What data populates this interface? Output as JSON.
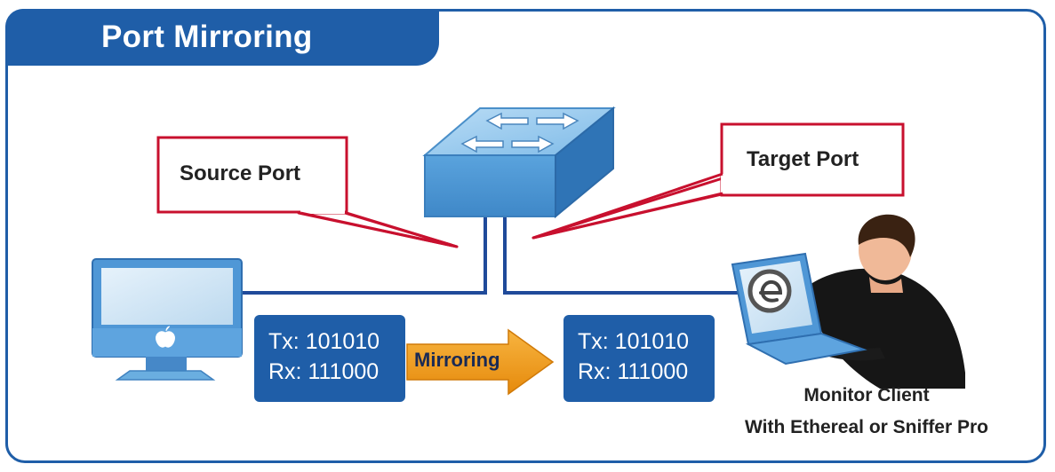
{
  "title": "Port Mirroring",
  "callouts": {
    "source": "Source Port",
    "target": "Target Port"
  },
  "left_box": {
    "tx": "Tx: 101010",
    "rx": "Rx: 111000"
  },
  "right_box": {
    "tx": "Tx: 101010",
    "rx": "Rx: 111000"
  },
  "arrow_label": "Mirroring",
  "monitor": {
    "line1": "Monitor Client",
    "line2": "With Ethereal or Sniffer Pro"
  },
  "colors": {
    "frame_blue": "#1f5ea8",
    "callout_red": "#c8102e",
    "arrow_orange": "#f29b1d",
    "switch_blue": "#6aaee0"
  },
  "icons": [
    "switch-icon",
    "desktop-computer-icon",
    "apple-logo-icon",
    "laptop-user-icon",
    "ethereal-logo-icon"
  ]
}
